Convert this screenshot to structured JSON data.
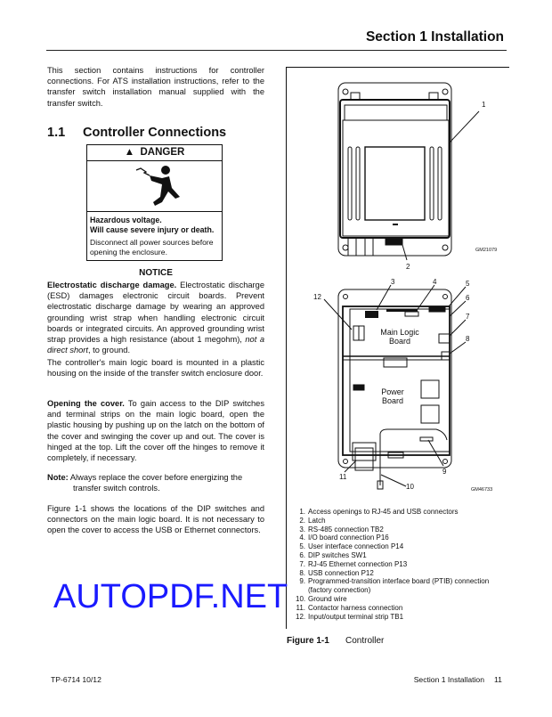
{
  "header": {
    "title": "Section 1  Installation"
  },
  "intro": "This section contains instructions for controller connections. For ATS installation instructions, refer to the transfer switch installation manual supplied with the transfer switch.",
  "section": {
    "number": "1.1",
    "title": "Controller Connections"
  },
  "danger": {
    "label": "DANGER",
    "hazard_line1": "Hazardous voltage.",
    "hazard_line2": "Will cause severe injury or death.",
    "instruction": "Disconnect all power sources before opening the enclosure."
  },
  "notice": {
    "label": "NOTICE",
    "lead": "Electrostatic discharge damage.",
    "body_1": " Electrostatic discharge (ESD) damages electronic circuit boards. Prevent electrostatic discharge damage by wearing an approved grounding wrist strap when handling electronic circuit boards or integrated circuits. An approved grounding wrist strap provides a high resistance (about 1 megohm), ",
    "body_italic": "not a direct short",
    "body_2": ", to ground."
  },
  "para_mount": "The controller's main logic board is mounted in a plastic housing on the inside of the transfer switch enclosure door.",
  "opening": {
    "lead": "Opening the cover.",
    "body": " To gain access to the DIP switches and terminal strips on the main logic board, open the plastic housing by pushing up on the latch on the bottom of the cover and swinging the cover up and out. The cover is hinged at the top. Lift the cover off the hinges to remove it completely, if necessary."
  },
  "note": {
    "label": "Note:",
    "line1": " Always replace the cover before energizing the",
    "line2": "transfer switch controls."
  },
  "para_figure": "Figure 1-1 shows the locations of the DIP switches and connectors on the main logic board. It is not necessary to open the cover to access the USB or Ethernet connectors.",
  "watermark": "AUTOPDF.NET",
  "figure": {
    "drawing_ids": [
      "GM21079",
      "GM46733"
    ],
    "board_labels": {
      "main_1": "Main Logic",
      "main_2": "Board",
      "power_1": "Power",
      "power_2": "Board"
    },
    "callouts": [
      "1",
      "2",
      "3",
      "4",
      "5",
      "6",
      "7",
      "8",
      "9",
      "10",
      "11",
      "12"
    ],
    "legend": [
      {
        "n": "1.",
        "text": "Access openings to RJ-45 and USB connectors"
      },
      {
        "n": "2.",
        "text": "Latch"
      },
      {
        "n": "3.",
        "text": "RS-485 connection TB2"
      },
      {
        "n": "4.",
        "text": "I/O board connection P16"
      },
      {
        "n": "5.",
        "text": "User interface connection P14"
      },
      {
        "n": "6.",
        "text": "DIP switches SW1"
      },
      {
        "n": "7.",
        "text": "RJ-45 Ethernet connection P13"
      },
      {
        "n": "8.",
        "text": "USB connection P12"
      },
      {
        "n": "9.",
        "text": "Programmed-transition interface board (PTIB) connection",
        "cont": "(factory connection)"
      },
      {
        "n": "10.",
        "text": "Ground wire"
      },
      {
        "n": "11.",
        "text": "Contactor harness connection"
      },
      {
        "n": "12.",
        "text": "Input/output terminal strip TB1"
      }
    ],
    "caption_number": "Figure 1-1",
    "caption_title": "Controller"
  },
  "footer": {
    "doc": "TP-6714  10/12",
    "section": "Section 1  Installation",
    "page": "11"
  }
}
